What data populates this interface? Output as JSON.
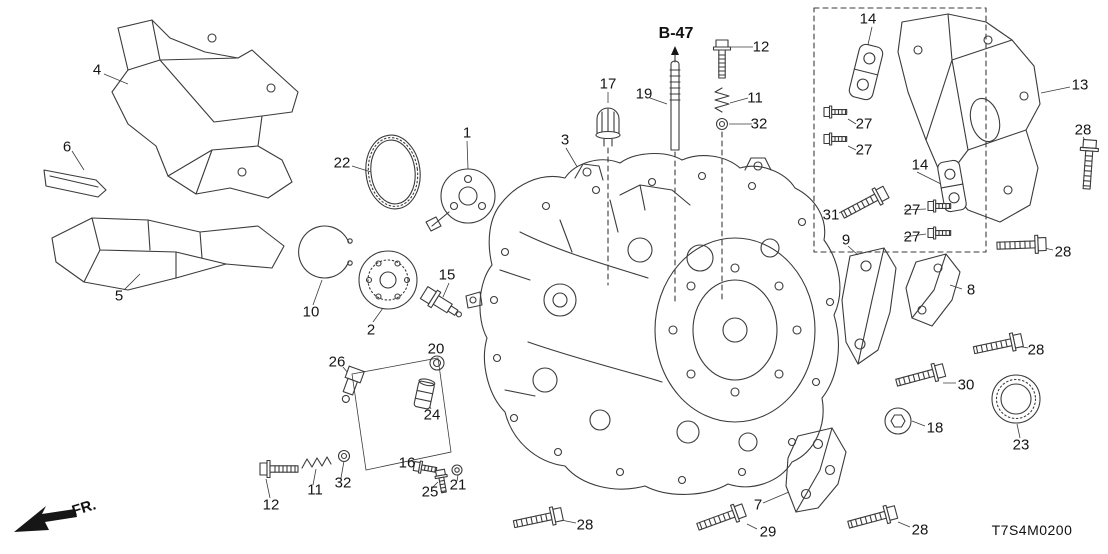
{
  "diagram": {
    "code": "T7S4M0200",
    "reference_label": "B-47",
    "front_label": "FR.",
    "line_color": "#3b3b3b",
    "background_color": "#ffffff"
  },
  "part_labels": [
    {
      "text": "4"
    },
    {
      "text": "6"
    },
    {
      "text": "5"
    },
    {
      "text": "22"
    },
    {
      "text": "1"
    },
    {
      "text": "10"
    },
    {
      "text": "2"
    },
    {
      "text": "15"
    },
    {
      "text": "17"
    },
    {
      "text": "19"
    },
    {
      "text": "12"
    },
    {
      "text": "11"
    },
    {
      "text": "32"
    },
    {
      "text": "3"
    },
    {
      "text": "14"
    },
    {
      "text": "13"
    },
    {
      "text": "27"
    },
    {
      "text": "27"
    },
    {
      "text": "14"
    },
    {
      "text": "28"
    },
    {
      "text": "31"
    },
    {
      "text": "27"
    },
    {
      "text": "27"
    },
    {
      "text": "28"
    },
    {
      "text": "9"
    },
    {
      "text": "8"
    },
    {
      "text": "28"
    },
    {
      "text": "26"
    },
    {
      "text": "20"
    },
    {
      "text": "24"
    },
    {
      "text": "30"
    },
    {
      "text": "18"
    },
    {
      "text": "23"
    },
    {
      "text": "16"
    },
    {
      "text": "25"
    },
    {
      "text": "21"
    },
    {
      "text": "12"
    },
    {
      "text": "11"
    },
    {
      "text": "32"
    },
    {
      "text": "7"
    },
    {
      "text": "28"
    },
    {
      "text": "29"
    },
    {
      "text": "28"
    }
  ]
}
